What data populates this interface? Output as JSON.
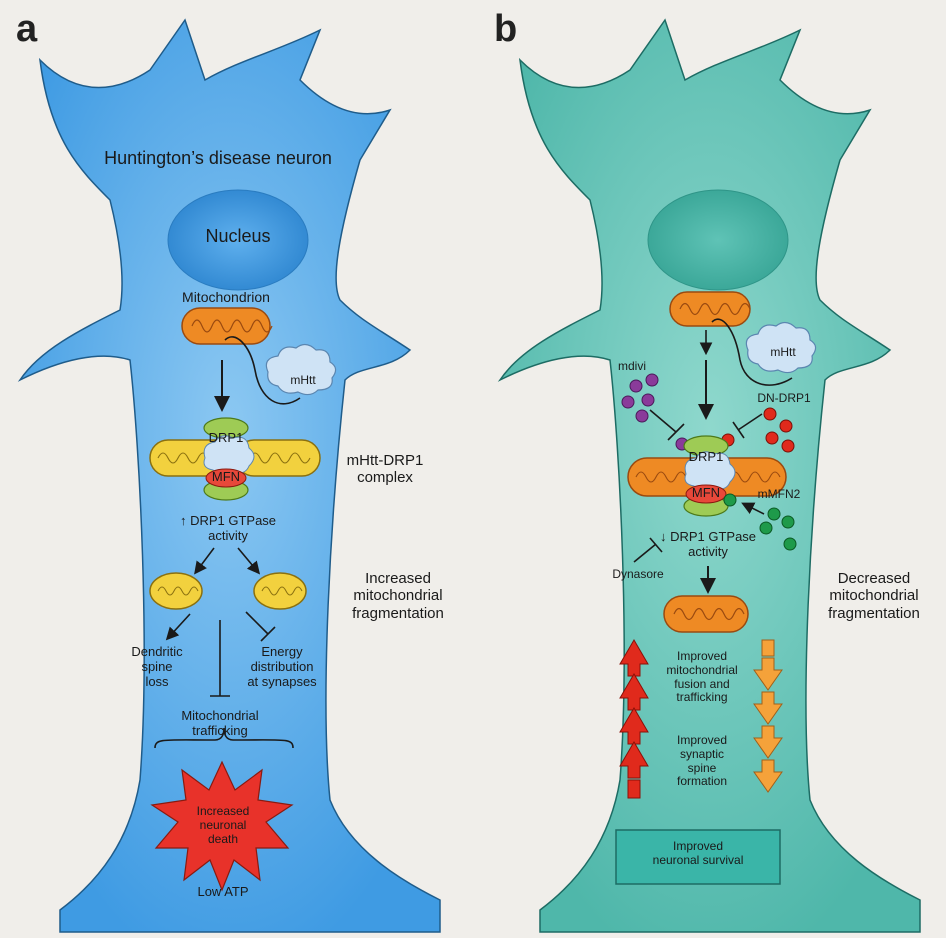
{
  "panel_a": {
    "letter": "a",
    "title": "Huntington’s disease neuron",
    "nucleus": "Nucleus",
    "mitochondrion": "Mitochondrion",
    "mhtt": "mHtt",
    "drp1": "DRP1",
    "mfn": "MFN",
    "complex": "mHtt-DRP1\ncomplex",
    "gtpase": "↑ DRP1 GTPase\nactivity",
    "fragmentation": "Increased\nmitochondrial\nfragmentation",
    "dendritic": "Dendritic\nspine\nloss",
    "energy": "Energy\ndistribution\nat synapses",
    "trafficking": "Mitochondrial\ntrafficking",
    "death": "Increased\nneuronal\ndeath",
    "atp": "Low ATP"
  },
  "panel_b": {
    "letter": "b",
    "mhtt": "mHtt",
    "mdivi": "mdivi",
    "dn_drp1": "DN-DRP1",
    "drp1": "DRP1",
    "mfn": "MFN",
    "mmfn2": "mMFN2",
    "gtpase": "↓ DRP1 GTPase\nactivity",
    "dynasore": "Dynasore",
    "fragmentation": "Decreased\nmitochondrial\nfragmentation",
    "fusion": "Improved\nmitochondrial\nfusion and\ntrafficking",
    "spine": "Improved\nsynaptic\nspine\nformation",
    "survival": "Improved\nneuronal survival"
  },
  "colors": {
    "neuron_a": "#4aa3e6",
    "neuron_b": "#5bbfb3",
    "mito_orange": "#ee8a24",
    "mito_yellow": "#f2d13e",
    "drp1_green": "#9ecb55",
    "mfn_red": "#e8483a",
    "arrow_red": "#e02a1c",
    "arrow_orange": "#f5a23a",
    "mdivi_purple": "#8a3b9a",
    "dn_drp1_red": "#e02a1c",
    "mmfn2_green": "#1e9a4a",
    "death_red": "#e8322a",
    "survival_teal": "#3ab5a8"
  }
}
